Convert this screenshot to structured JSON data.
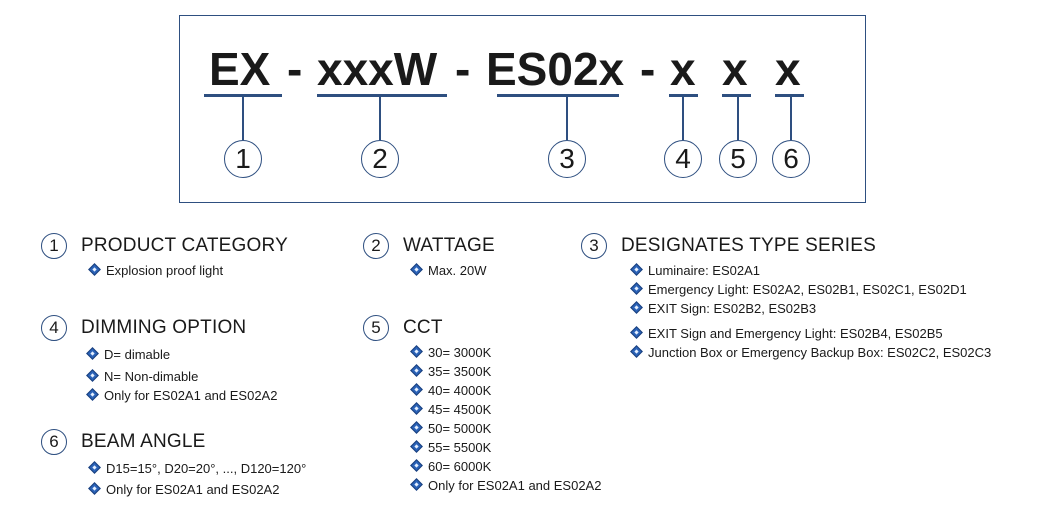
{
  "code": {
    "segments": [
      "EX",
      "xxxW",
      "ES02x",
      "x",
      "x",
      "x"
    ],
    "separator": "-",
    "numbers": [
      "1",
      "2",
      "3",
      "4",
      "5",
      "6"
    ]
  },
  "sections": {
    "product_category": {
      "number": "1",
      "title": "PRODUCT CATEGORY",
      "items": [
        "Explosion proof light"
      ]
    },
    "wattage": {
      "number": "2",
      "title": "WATTAGE",
      "items": [
        "Max. 20W"
      ]
    },
    "type_series": {
      "number": "3",
      "title": "DESIGNATES TYPE SERIES",
      "items": [
        "Luminaire: ES02A1",
        "Emergency Light: ES02A2, ES02B1, ES02C1, ES02D1",
        "EXIT Sign: ES02B2, ES02B3",
        "EXIT Sign and Emergency Light: ES02B4, ES02B5",
        "Junction Box or Emergency Backup Box: ES02C2, ES02C3"
      ]
    },
    "dimming": {
      "number": "4",
      "title": "DIMMING OPTION",
      "items": [
        "D= dimable",
        "N= Non-dimable",
        "Only for ES02A1 and ES02A2"
      ]
    },
    "cct": {
      "number": "5",
      "title": "CCT",
      "items": [
        "30= 3000K",
        "35= 3500K",
        "40= 4000K",
        "45= 4500K",
        "50= 5000K",
        "55= 5500K",
        "60= 6000K",
        "Only for ES02A1 and ES02A2"
      ]
    },
    "beam_angle": {
      "number": "6",
      "title": "BEAM ANGLE",
      "items": [
        "D15=15°, D20=20°, ..., D120=120°",
        "Only for ES02A1 and ES02A2"
      ]
    }
  },
  "colors": {
    "accent": "#2e4f80",
    "bullet": "#2b63b8",
    "text": "#1a1a1a"
  }
}
